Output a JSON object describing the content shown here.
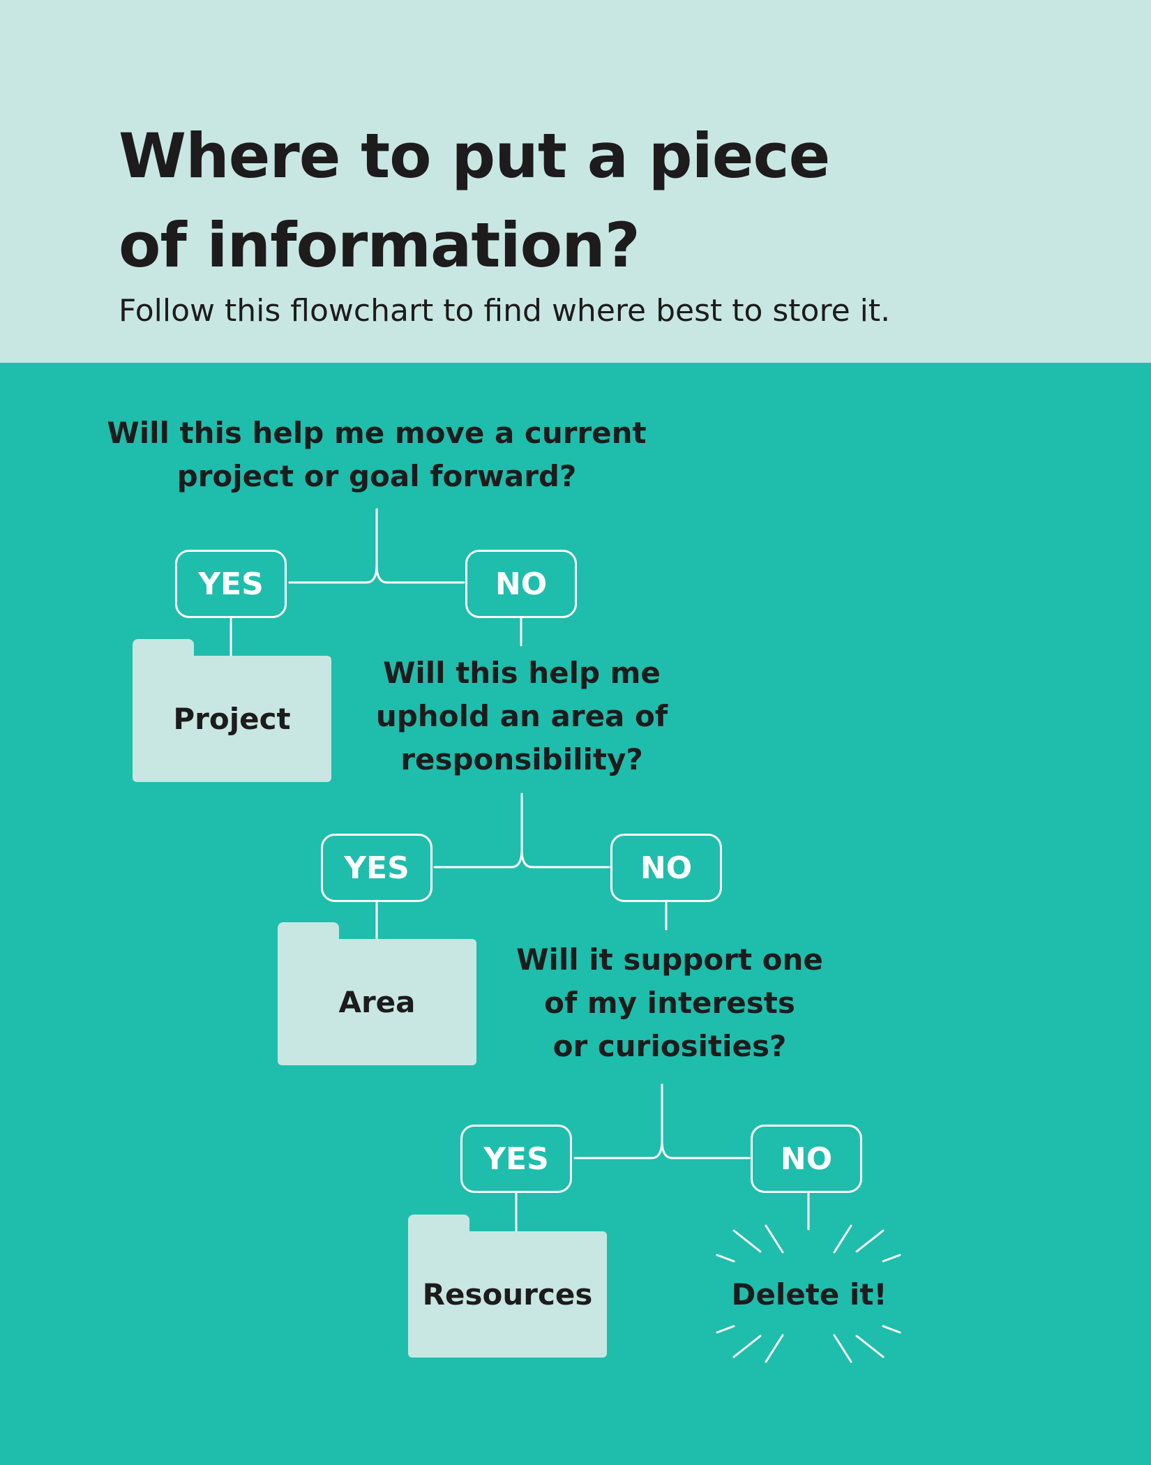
{
  "header": {
    "title": "Where to put a piece\nof information?",
    "subtitle": "Follow this flowchart to find where best to store it."
  },
  "questions": [
    "Will this help me move a current\nproject or goal forward?",
    "Will this help me\nuphold an area of\nresponsibility?",
    "Will it support one\nof my interests\nor curiosities?"
  ],
  "answers": {
    "yes": "YES",
    "no": "NO"
  },
  "outcomes": {
    "project": "Project",
    "area": "Area",
    "resources": "Resources",
    "delete": "Delete it!"
  },
  "colors": {
    "header_bg": "#c8e7e2",
    "body_bg": "#1fbdac",
    "folder": "#c8e7e2",
    "line": "#ffffff",
    "text": "#1d1b1c"
  }
}
